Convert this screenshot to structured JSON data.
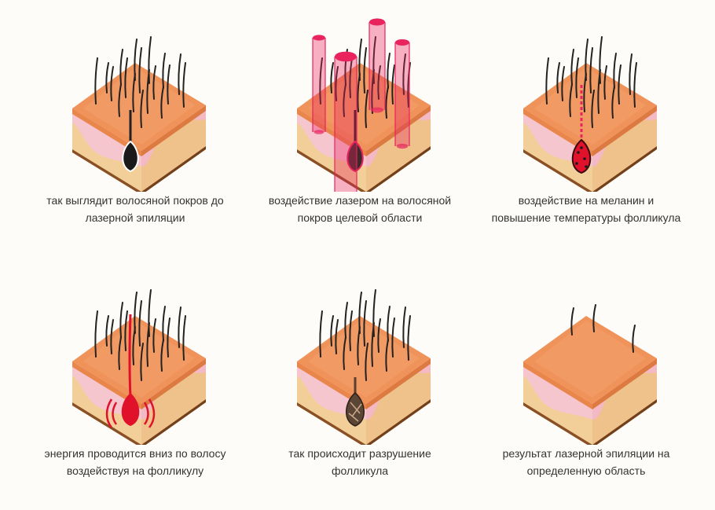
{
  "steps": [
    {
      "caption": "так выглядит волосяной покров до лазерной эпиляции"
    },
    {
      "caption": "воздействие лазером на волосяной покров целевой области"
    },
    {
      "caption": "воздействие на меланин и повышение температуры фолликула"
    },
    {
      "caption": "энергия проводится вниз по волосу воздействуя на фолликулу"
    },
    {
      "caption": "так происходит разрушение фолликула"
    },
    {
      "caption": "результат лазерной эпиляции на определенную область"
    }
  ],
  "colors": {
    "skin_top": "#f0935a",
    "skin_top_light": "#f4a56e",
    "layer_pink": "#f6c6cf",
    "layer_tan": "#f2cf98",
    "side_dark": "#8a4f22",
    "hair": "#222222",
    "laser": "#e8235e",
    "heat": "#e0112b"
  },
  "icons": [
    "skin-block-icon",
    "laser-beam-icon",
    "follicle-icon"
  ]
}
